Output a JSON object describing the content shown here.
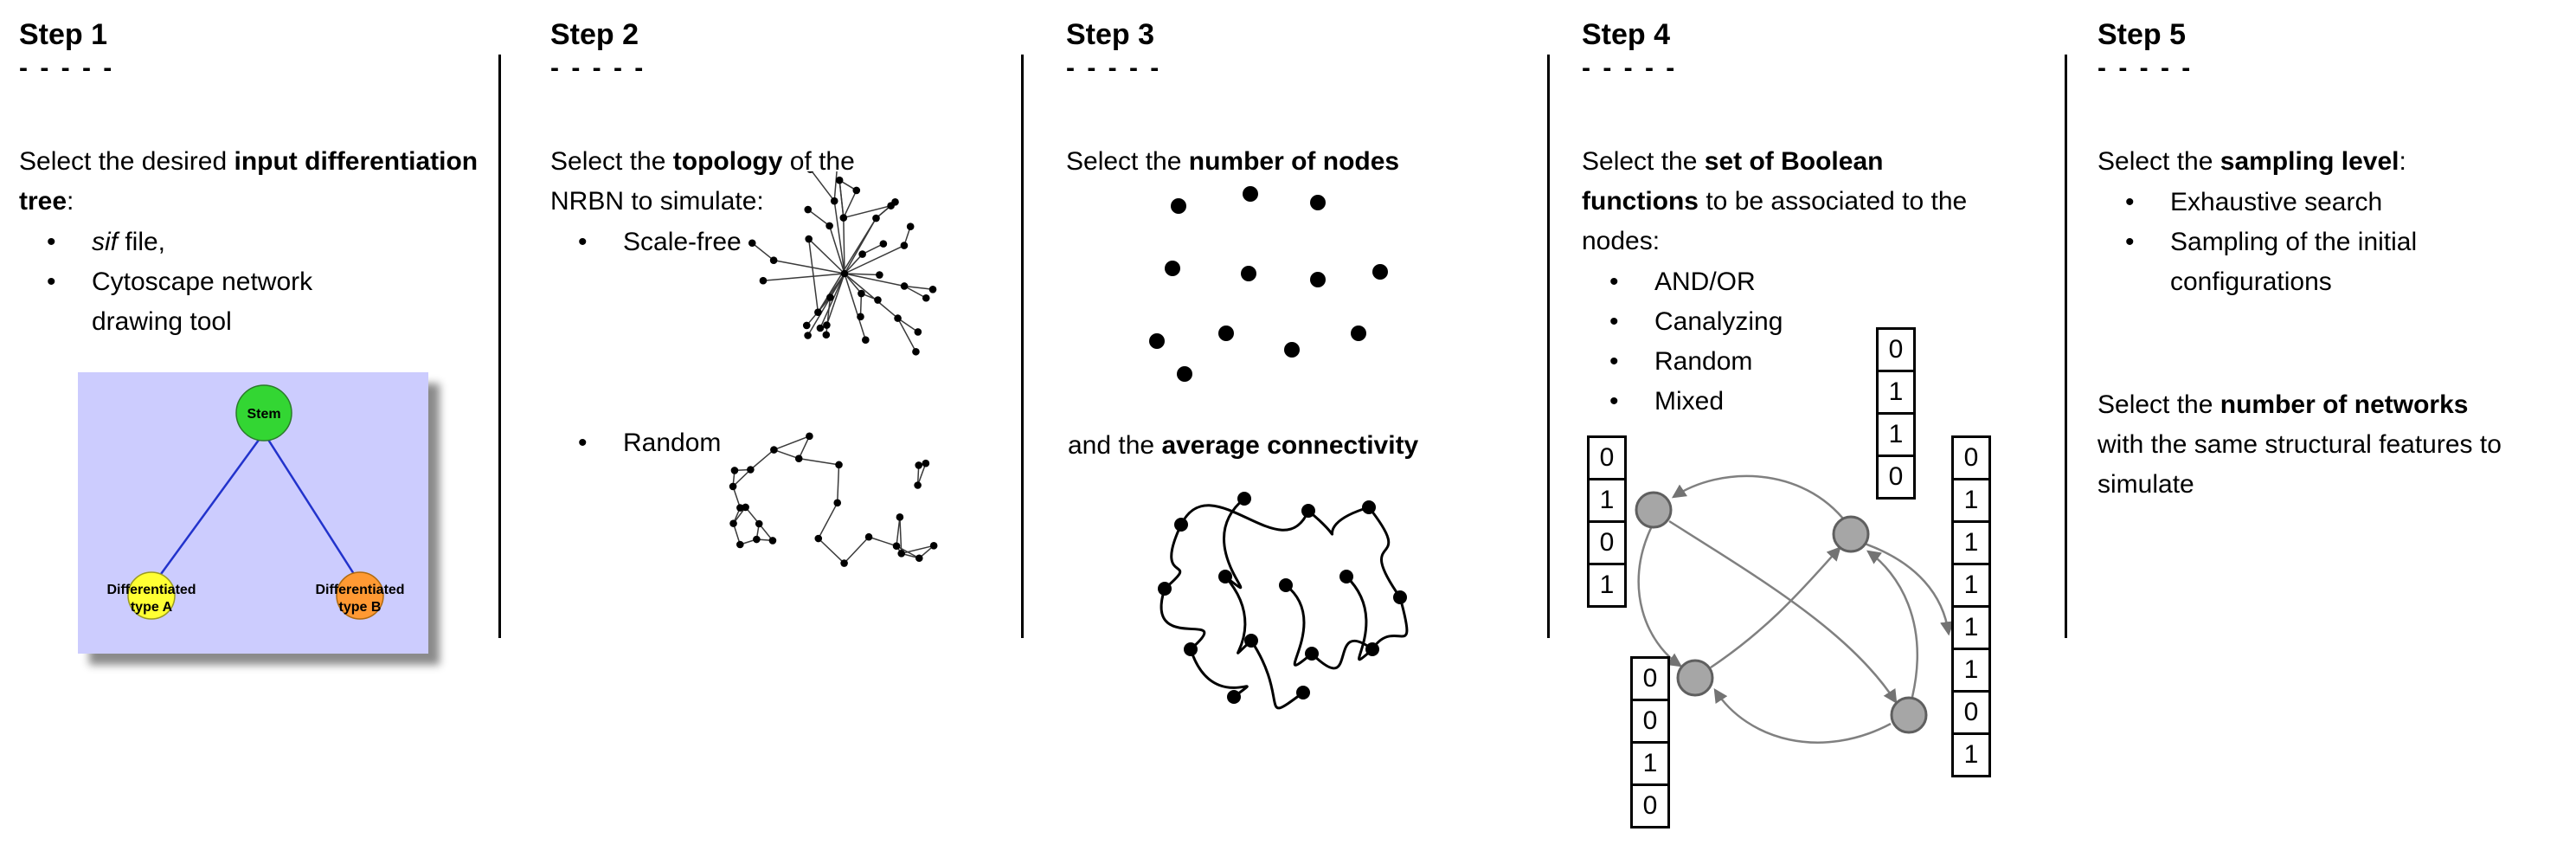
{
  "steps": [
    {
      "title": "Step 1",
      "dashes": "- - - - -",
      "intro": {
        "pre": "Select the desired ",
        "bold": "input differentiation tree",
        "post": ":"
      },
      "bullets": [
        {
          "italic": "sif",
          "rest": " file,"
        },
        {
          "text": "Cytoscape network drawing tool"
        }
      ],
      "tree": {
        "root": "Stem",
        "left_line1": "Differentiated",
        "left_line2": "type A",
        "right_line1": "Differentiated",
        "right_line2": "type B",
        "colors": {
          "background": "#ccccfe",
          "root": "#33d633",
          "left": "#ffff33",
          "right": "#ff9933",
          "edge": "#2233cc"
        }
      }
    },
    {
      "title": "Step 2",
      "dashes": "- - - - -",
      "intro": {
        "pre": "Select the ",
        "bold": "topology",
        "post": " of the NRBN to simulate:"
      },
      "bullets": [
        {
          "text": "Scale-free"
        },
        {
          "text": "Random"
        }
      ]
    },
    {
      "title": "Step 3",
      "dashes": "- - - - -",
      "intro": {
        "pre": "Select the ",
        "bold": "number of nodes",
        "post": ""
      },
      "second": {
        "pre": "and the ",
        "bold": "average connectivity",
        "post": ""
      }
    },
    {
      "title": "Step 4",
      "dashes": "- - - - -",
      "intro": {
        "pre": "Select the ",
        "bold": "set of Boolean functions",
        "post": " to be associated to the nodes:"
      },
      "bullets": [
        {
          "text": "AND/OR"
        },
        {
          "text": "Canalyzing"
        },
        {
          "text": "Random"
        },
        {
          "text": "Mixed"
        }
      ],
      "truth_tables": {
        "left": [
          "0",
          "1",
          "0",
          "1"
        ],
        "top": [
          "0",
          "1",
          "1",
          "0"
        ],
        "bottom": [
          "0",
          "0",
          "1",
          "0"
        ],
        "right": [
          "0",
          "1",
          "1",
          "1",
          "1",
          "1",
          "0",
          "1"
        ]
      }
    },
    {
      "title": "Step 5",
      "dashes": "- - - - -",
      "intro": {
        "pre": "Select the ",
        "bold": "sampling level",
        "post": ":"
      },
      "bullets": [
        {
          "text": "Exhaustive search"
        },
        {
          "text": "Sampling of the initial configurations"
        }
      ],
      "second": {
        "pre": "Select the ",
        "bold": "number of networks",
        "post": " with the same structural features to simulate"
      }
    }
  ]
}
